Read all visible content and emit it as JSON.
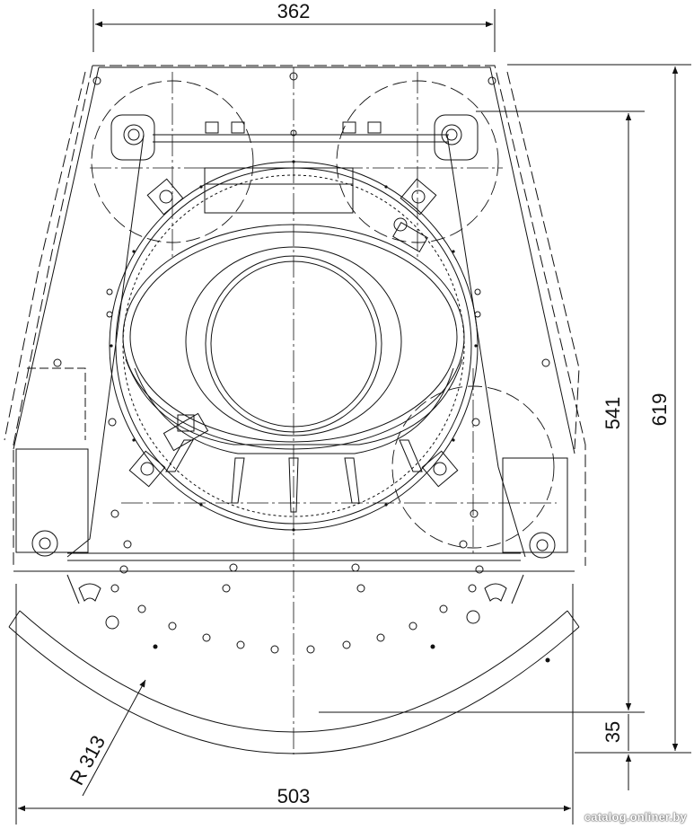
{
  "dimensions": {
    "width_top": "362",
    "height_total": "619",
    "height_inner": "541",
    "height_bottom": "35",
    "width_bottom": "503",
    "radius": "R 313"
  },
  "watermark": "catalog.onliner.by",
  "colors": {
    "line": "#111111",
    "background": "#ffffff"
  }
}
